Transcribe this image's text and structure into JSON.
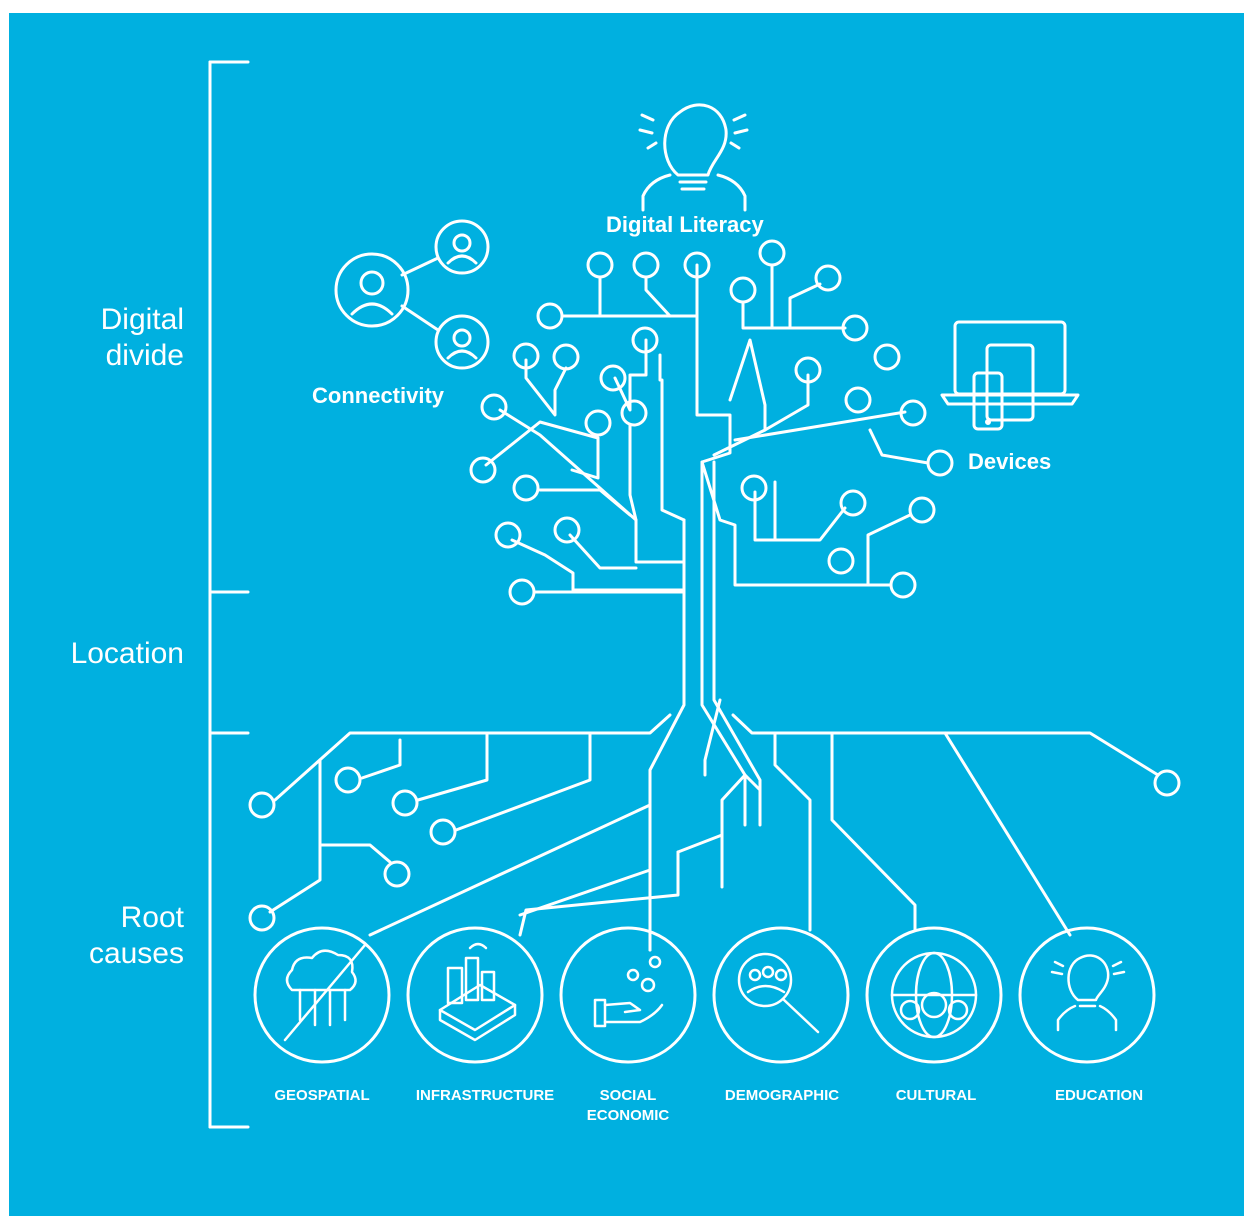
{
  "side_labels": {
    "digital_divide_line1": "Digital",
    "digital_divide_line2": "divide",
    "location": "Location",
    "root_causes_line1": "Root",
    "root_causes_line2": "causes"
  },
  "branch_labels": {
    "digital_literacy": "Digital Literacy",
    "connectivity": "Connectivity",
    "devices": "Devices"
  },
  "root_causes": [
    {
      "line1": "GEOSPATIAL",
      "line2": "",
      "icon": "cloud-network-slash-icon"
    },
    {
      "line1": "INFRASTRUCTURE",
      "line2": "",
      "icon": "city-buildings-icon"
    },
    {
      "line1": "SOCIAL",
      "line2": "ECONOMIC",
      "icon": "hand-coins-icon"
    },
    {
      "line1": "DEMOGRAPHIC",
      "line2": "",
      "icon": "people-magnifier-icon"
    },
    {
      "line1": "CULTURAL",
      "line2": "",
      "icon": "globe-people-icon"
    },
    {
      "line1": "EDUCATION",
      "line2": "",
      "icon": "lightbulb-person-icon"
    }
  ],
  "colors": {
    "background": "#00b0e0",
    "line": "#ffffff"
  }
}
